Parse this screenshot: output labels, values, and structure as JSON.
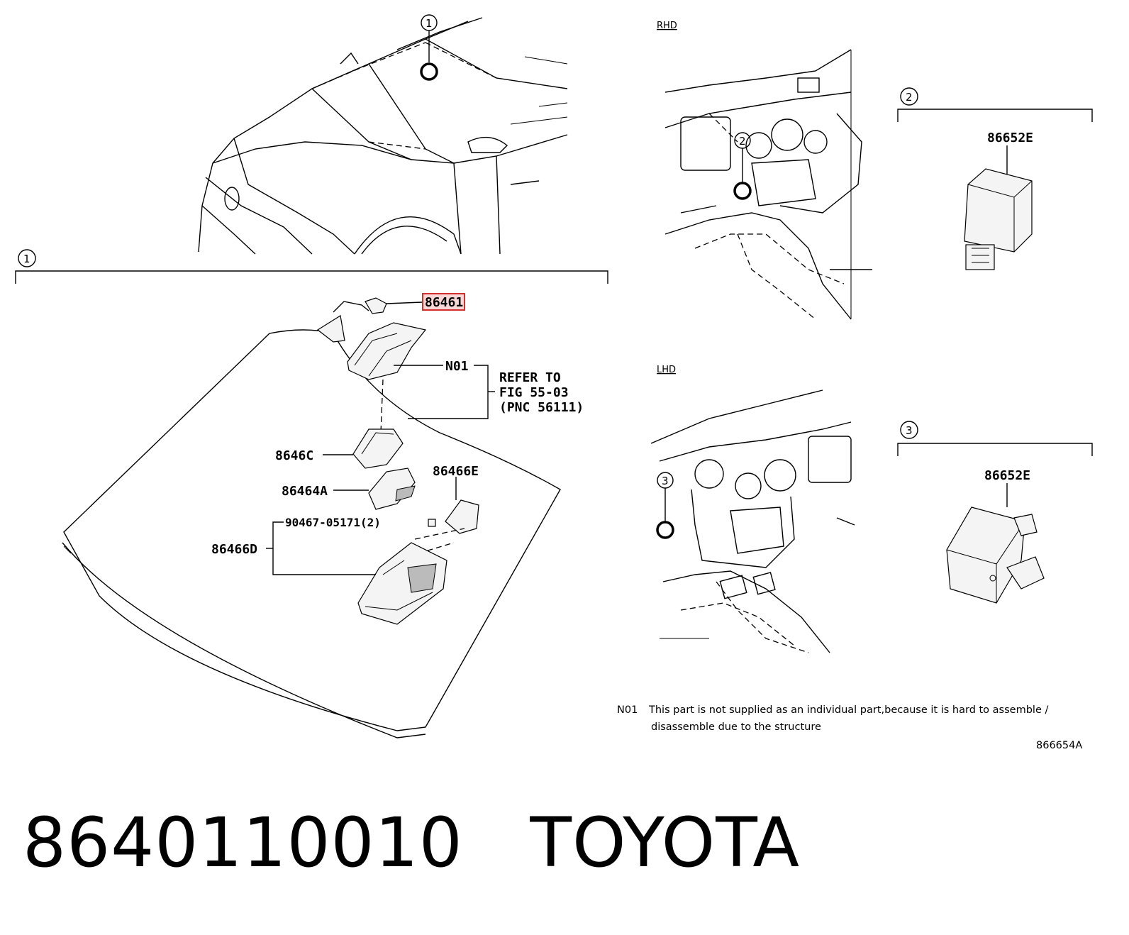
{
  "sections": {
    "rhd": "RHD",
    "lhd": "LHD"
  },
  "callouts": {
    "c1": "1",
    "c2": "2",
    "c3": "3"
  },
  "parts": {
    "highlighted": "86461",
    "n01": "N01",
    "c": "8646C",
    "a": "86464A",
    "e": "86466E",
    "screw": "90467-05171(2)",
    "d": "86466D",
    "e2": "86652E",
    "e3": "86652E"
  },
  "refer": {
    "line1": "REFER TO",
    "line2": "FIG 55-03",
    "line3": "(PNC 56111)"
  },
  "note": {
    "code": "N01",
    "line1": "This part is not supplied as an individual part,because it is hard to assemble /",
    "line2": "disassemble due to the structure"
  },
  "figure_id": "866654A",
  "footer": {
    "part_number": "8640110010",
    "brand": "TOYOTA"
  },
  "colors": {
    "highlight_box": "#d32f2f",
    "highlight_fill": "#f8d7d7"
  }
}
